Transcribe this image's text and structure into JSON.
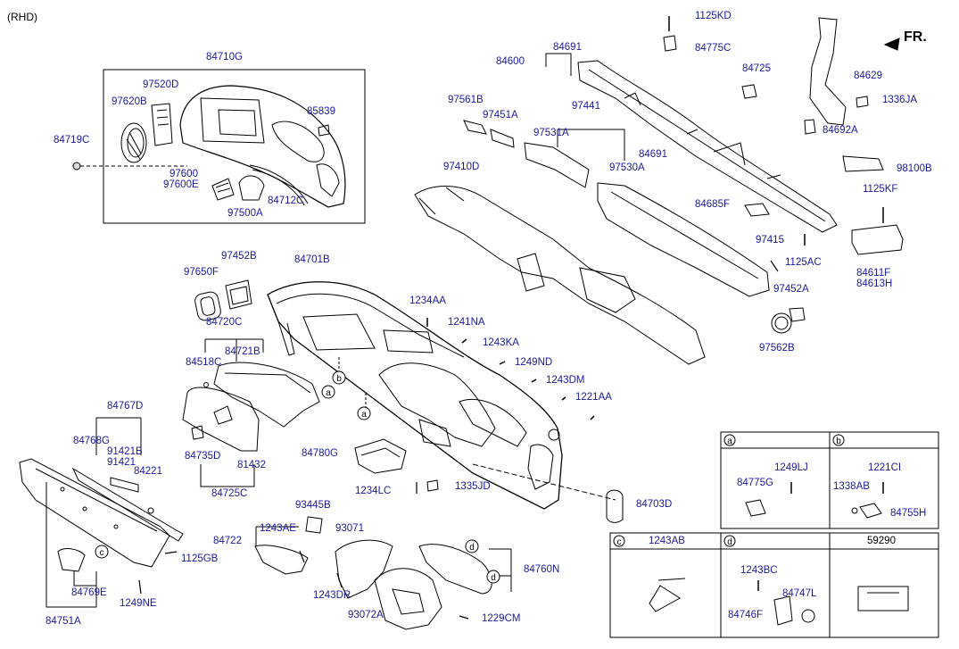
{
  "header": {
    "variant": "(RHD)",
    "front_marker": "FR."
  },
  "labels": {
    "p84710G": "84710G",
    "p97520D": "97520D",
    "p97620B": "97620B",
    "p85839": "85839",
    "p84719C": "84719C",
    "p97600": "97600",
    "p97600E": "97600E",
    "p84712C": "84712C",
    "p97500A": "97500A",
    "p97561B": "97561B",
    "p97451A": "97451A",
    "p97441": "97441",
    "p97531A": "97531A",
    "p97410D": "97410D",
    "p97530A": "97530A",
    "p84691a": "84691",
    "p84600": "84600",
    "p84691b": "84691",
    "p1125KD": "1125KD",
    "p84775C": "84775C",
    "p84725": "84725",
    "p84629": "84629",
    "p1336JA": "1336JA",
    "p84692A": "84692A",
    "p98100B": "98100B",
    "p1125KF": "1125KF",
    "p84685F": "84685F",
    "p97415": "97415",
    "p1125AC": "1125AC",
    "p84611F": "84611F",
    "p84613H": "84613H",
    "p97452A": "97452A",
    "p97562B": "97562B",
    "p97452B": "97452B",
    "p97650F": "97650F",
    "p84701B": "84701B",
    "p1234AA": "1234AA",
    "p1241NA": "1241NA",
    "p1243KA": "1243KA",
    "p1249ND": "1249ND",
    "p1243DM": "1243DM",
    "p1221AA": "1221AA",
    "p84720C": "84720C",
    "p84721B": "84721B",
    "p84518C": "84518C",
    "p84767D": "84767D",
    "p84768G": "84768G",
    "p91421B": "91421B",
    "p91421": "91421",
    "p84221": "84221",
    "p84735D": "84735D",
    "p81432": "81432",
    "p84725C": "84725C",
    "p84780G": "84780G",
    "p1234LC": "1234LC",
    "p1335JD": "1335JD",
    "p84703D": "84703D",
    "p93445B": "93445B",
    "p84722": "84722",
    "p1243AE": "1243AE",
    "p93071": "93071",
    "p1125GB": "1125GB",
    "p84769E": "84769E",
    "p1249NE": "1249NE",
    "p84751A": "84751A",
    "p1243DR": "1243DR",
    "p93072A": "93072A",
    "p1229CM": "1229CM",
    "p84760N": "84760N"
  },
  "callouts": {
    "a": "a",
    "b": "b",
    "c": "c",
    "d": "d"
  },
  "legend_table": {
    "a": {
      "tag": "a",
      "parts": [
        "1249LJ",
        "84775G"
      ]
    },
    "b": {
      "tag": "b",
      "parts": [
        "1221CI",
        "1338AB",
        "84755H"
      ]
    },
    "c": {
      "tag": "c",
      "parts": [
        "1243AB"
      ]
    },
    "d": {
      "tag": "d",
      "parts": [
        "1243BC",
        "84747L",
        "84746F"
      ]
    },
    "e": {
      "parts": [
        "59290"
      ]
    }
  }
}
